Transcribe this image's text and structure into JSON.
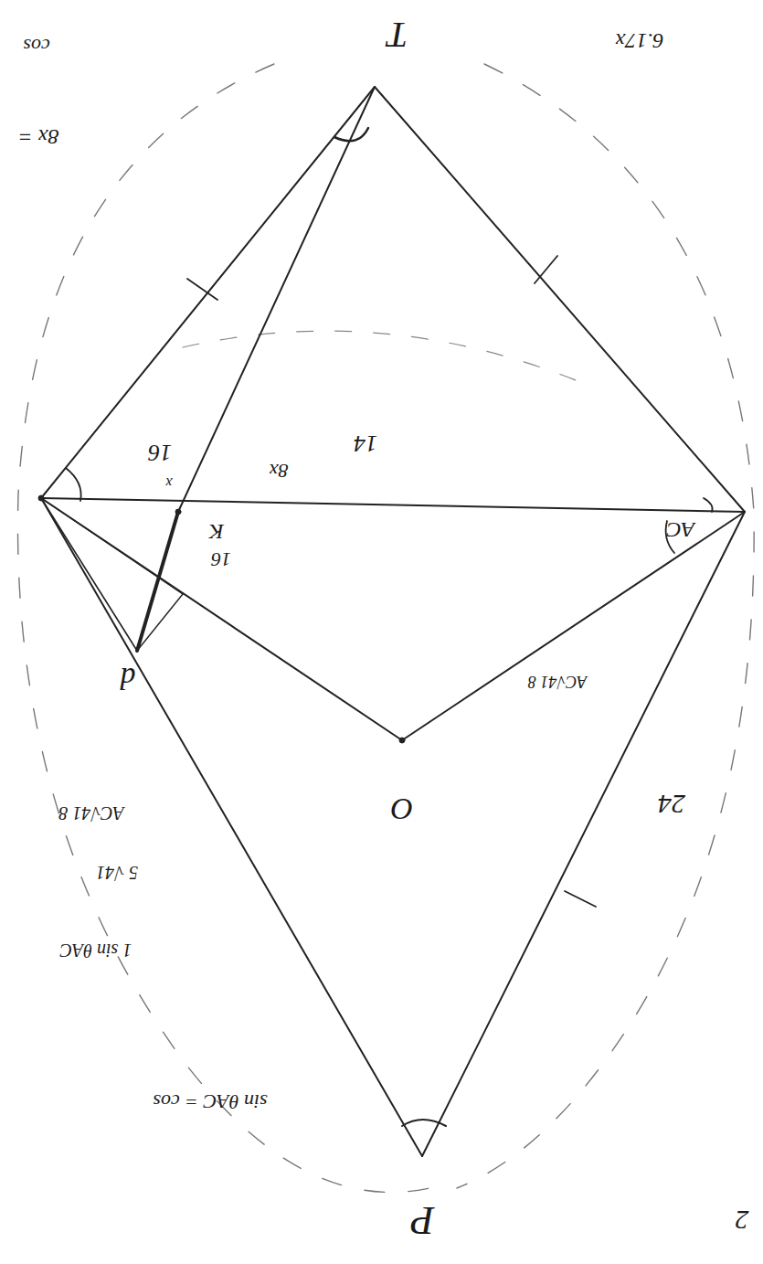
{
  "diagram": {
    "labels": [
      "T",
      "P",
      "O",
      "d",
      "K",
      "AC",
      "16",
      "14",
      "8x",
      "16",
      "x",
      "24",
      "AC√41 8",
      "sin θAC = cos",
      "1 sin θAC",
      "5 √41",
      "AC√41 8",
      "cos",
      "8x =",
      "6.17x",
      "2"
    ]
  }
}
